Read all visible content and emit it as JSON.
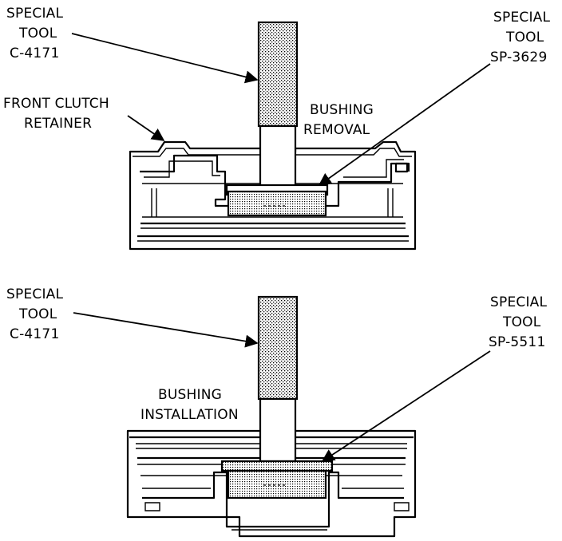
{
  "top_diagram": {
    "tool_left": {
      "line1": "SPECIAL",
      "line2": "TOOL",
      "line3": "C-4171"
    },
    "tool_right": {
      "line1": "SPECIAL",
      "line2": "TOOL",
      "line3": "SP-3629"
    },
    "retainer": {
      "line1": "FRONT CLUTCH",
      "line2": "RETAINER"
    },
    "operation": {
      "line1": "BUSHING",
      "line2": "REMOVAL"
    }
  },
  "bottom_diagram": {
    "tool_left": {
      "line1": "SPECIAL",
      "line2": "TOOL",
      "line3": "C-4171"
    },
    "tool_right": {
      "line1": "SPECIAL",
      "line2": "TOOL",
      "line3": "SP-5511"
    },
    "operation": {
      "line1": "BUSHING",
      "line2": "INSTALLATION"
    }
  }
}
